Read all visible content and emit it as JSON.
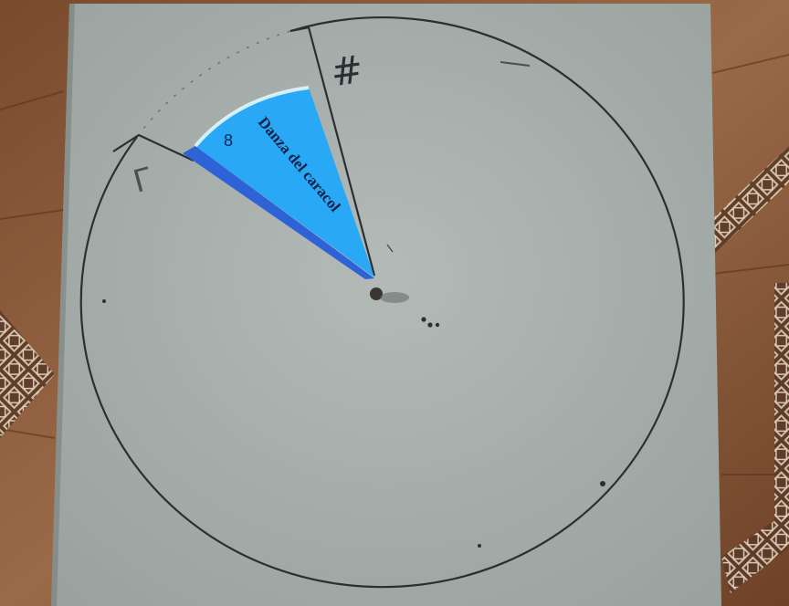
{
  "photo": {
    "subject": "projected-dial-on-paper"
  },
  "dial": {
    "marker_top": "#",
    "marker_left": "Г",
    "highlight": {
      "number": "8",
      "title": "Danza del caracol",
      "color": "#29a8f5",
      "shadow_color": "#2d63d6"
    }
  },
  "colors": {
    "floor": "#8a5a3c",
    "paper": "#a8b0ad",
    "ink": "#2b2f33"
  }
}
